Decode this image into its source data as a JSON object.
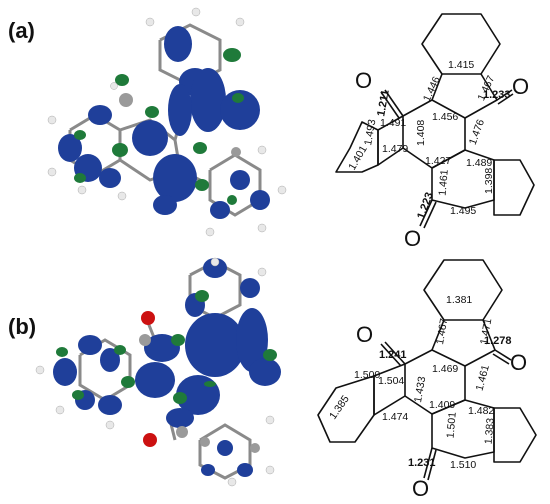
{
  "panels": [
    {
      "label": "(a)",
      "bond_lengths": {
        "top_a": "1.415",
        "top_b": "1.446",
        "top_c": "1.467",
        "top_d": "1.456",
        "top_co": "1.233",
        "top_e": "1.476",
        "left_co": "1.211",
        "left_a": "1.493",
        "left_b": "1.491",
        "left_c": "1.401",
        "left_d": "1.408",
        "left_e": "1.479",
        "mid_a": "1.427",
        "right_a": "1.489",
        "right_b": "1.461",
        "right_c": "1.398",
        "bot_co": "1.223",
        "bot_a": "1.495"
      }
    },
    {
      "label": "(b)",
      "bond_lengths": {
        "top_a": "1.381",
        "top_b": "1.467",
        "top_c": "1.471",
        "top_d": "1.469",
        "top_co": "1.278",
        "top_e": "1.461",
        "left_co": "1.241",
        "left_a": "1.500",
        "left_b": "1.504",
        "left_c": "1.385",
        "left_d": "1.433",
        "left_e": "1.474",
        "mid_a": "1.409",
        "right_a": "1.482",
        "right_b": "1.501",
        "right_c": "1.383",
        "bot_co": "1.231",
        "bot_a": "1.510"
      }
    }
  ],
  "atom_label": "O",
  "colors": {
    "lobe_blue": "#1f3f9a",
    "lobe_green": "#1f7a3a",
    "atom_gray": "#9a9a9a",
    "atom_white": "#e8e8e8",
    "atom_red": "#cc1111"
  }
}
